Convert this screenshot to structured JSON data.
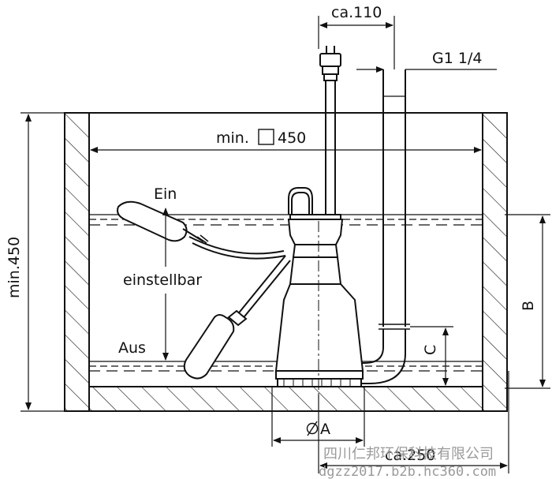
{
  "diagram": {
    "dimensions": {
      "cable_offset": "ca.110",
      "outlet_thread": "G1 1/4",
      "min_width_prefix": "min.",
      "min_width_value": "450",
      "min_height": "min.450",
      "height_b": "B",
      "height_c": "C",
      "diameter_a": "A",
      "overall_width": "ca.250"
    },
    "float_labels": {
      "switch_on": "Ein",
      "adjustable": "einstellbar",
      "switch_off": "Aus"
    }
  },
  "watermark": {
    "company": "四川仁邦环保科技有限公司",
    "url": "dgzz2017.b2b.hc360.com"
  }
}
